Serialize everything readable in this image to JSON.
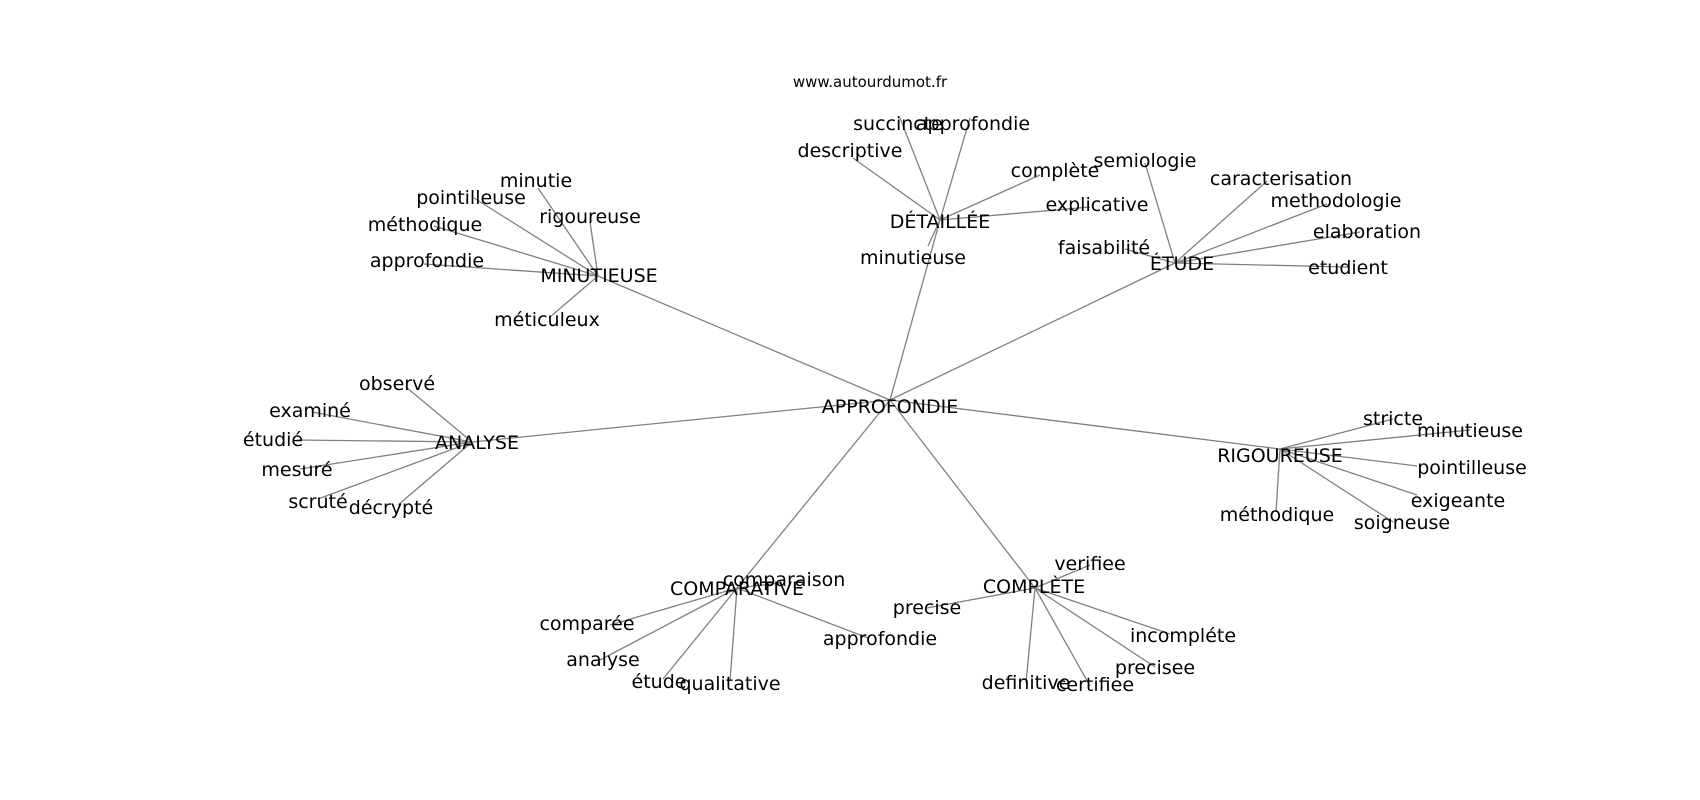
{
  "source": "www.autourdumot.fr",
  "colors": {
    "edge": "#808080",
    "text": "#000000",
    "background": "#ffffff"
  },
  "graph": {
    "center": "APPROFONDIE",
    "groups": [
      {
        "hub": "DÉTAILLÉE",
        "leaves": [
          "succincte",
          "approfondie",
          "descriptive",
          "complète",
          "explicative",
          "minutieuse"
        ]
      },
      {
        "hub": "ÉTUDE",
        "leaves": [
          "semiologie",
          "caracterisation",
          "methodologie",
          "elaboration",
          "faisabilité",
          "etudient"
        ]
      },
      {
        "hub": "MINUTIEUSE",
        "leaves": [
          "minutie",
          "pointilleuse",
          "rigoureuse",
          "méthodique",
          "approfondie",
          "méticuleux"
        ]
      },
      {
        "hub": "ANALYSE",
        "leaves": [
          "observé",
          "examiné",
          "étudié",
          "mesuré",
          "scruté",
          "décrypté"
        ]
      },
      {
        "hub": "RIGOUREUSE",
        "leaves": [
          "stricte",
          "minutieuse",
          "pointilleuse",
          "exigeante",
          "soigneuse",
          "méthodique"
        ]
      },
      {
        "hub": "COMPARATIVE",
        "leaves": [
          "comparaison",
          "comparée",
          "analyse",
          "étude",
          "qualitative",
          "approfondie"
        ]
      },
      {
        "hub": "COMPLÈTE",
        "leaves": [
          "verifiee",
          "precise",
          "incompléte",
          "precisee",
          "definitive",
          "certifiee"
        ]
      }
    ]
  }
}
